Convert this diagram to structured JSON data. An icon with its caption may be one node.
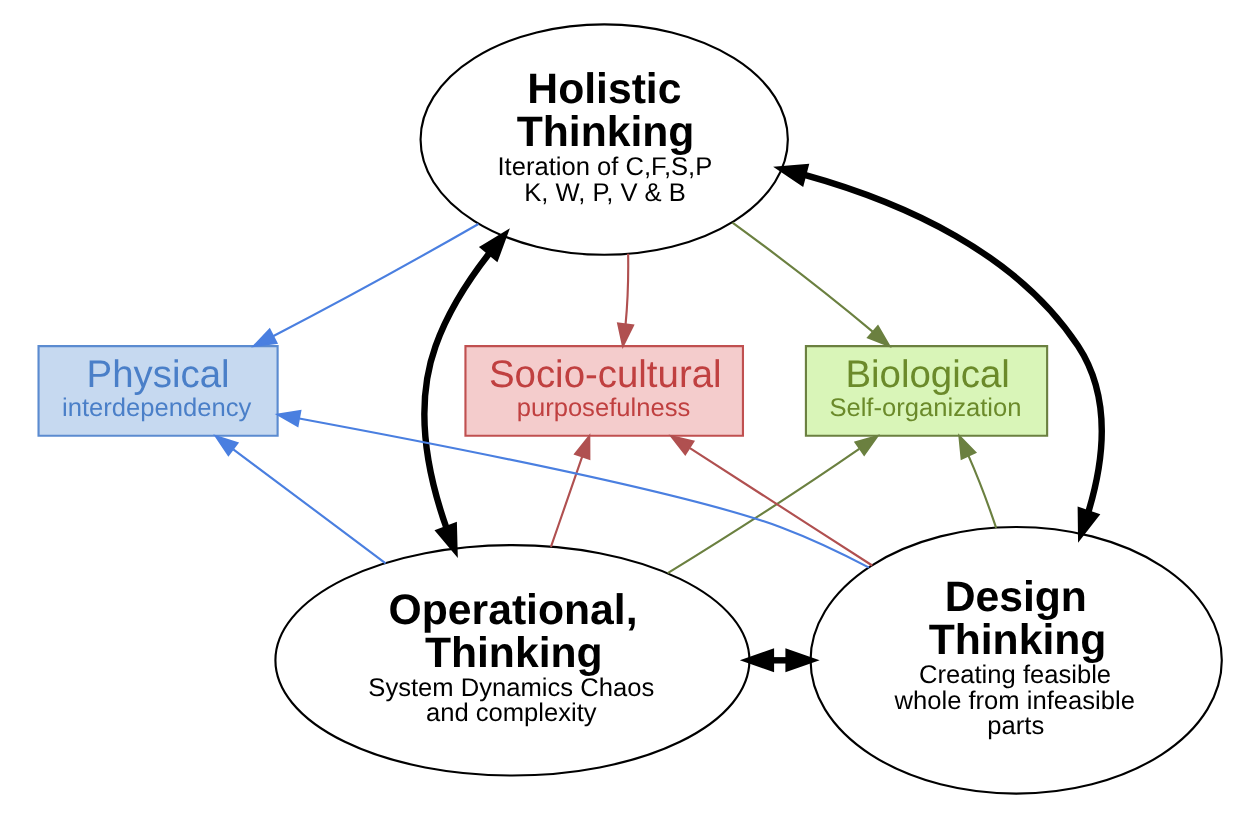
{
  "diagram": {
    "nodes": [
      {
        "text": [
          "Holistic Thinking",
          "Iteration of C,F,S,P K, W, P, V & B"
        ]
      },
      {
        "text": [
          "Physical",
          "interdependency"
        ]
      },
      {
        "text": [
          "Biological",
          "Self-organization"
        ]
      },
      {
        "text": [
          "Socio-cultural",
          "purposefulness"
        ]
      },
      {
        "text": [
          "Operational, Thinking",
          "System Dynamics Chaos and complexity"
        ]
      },
      {
        "text": [
          "Design Thinking",
          "Creating feasible whole from infeasible parts"
        ]
      }
    ],
    "edges": [
      {
        "from": 0,
        "to": 4,
        "arrow": "both",
        "style": "thick"
      },
      {
        "from": 0,
        "to": 5,
        "arrow": "both",
        "style": "thick"
      },
      {
        "from": 4,
        "to": 5,
        "arrow": "both",
        "style": "thick"
      },
      {
        "from": 0,
        "to": 1,
        "arrow": "to",
        "color": "#4a7fe0"
      },
      {
        "from": 0,
        "to": 2,
        "arrow": "to",
        "color": "#6b8040"
      },
      {
        "from": 0,
        "to": 3,
        "arrow": "to",
        "color": "#b05050"
      },
      {
        "from": 4,
        "to": 1,
        "arrow": "to",
        "color": "#4a7fe0"
      },
      {
        "from": 4,
        "to": 2,
        "arrow": "to",
        "color": "#6b8040"
      },
      {
        "from": 4,
        "to": 3,
        "arrow": "to",
        "color": "#b05050"
      },
      {
        "from": 5,
        "to": 1,
        "arrow": "to",
        "color": "#4a7fe0"
      },
      {
        "from": 5,
        "to": 2,
        "arrow": "to",
        "color": "#6b8040"
      },
      {
        "from": 5,
        "to": 3,
        "arrow": "to",
        "color": "#b05050"
      }
    ]
  }
}
